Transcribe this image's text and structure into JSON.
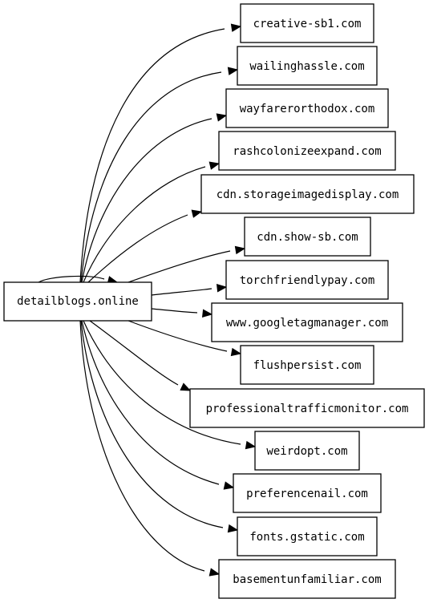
{
  "graph": {
    "source": "detailblogs.online",
    "targets": [
      "creative-sb1.com",
      "wailinghassle.com",
      "wayfarerorthodox.com",
      "rashcolonizeexpand.com",
      "cdn.storageimagedisplay.com",
      "cdn.show-sb.com",
      "torchfriendlypay.com",
      "www.googletagmanager.com",
      "flushpersist.com",
      "professionaltrafficmonitor.com",
      "weirdopt.com",
      "preferencenail.com",
      "fonts.gstatic.com",
      "basementunfamiliar.com"
    ],
    "self_loop": true
  }
}
